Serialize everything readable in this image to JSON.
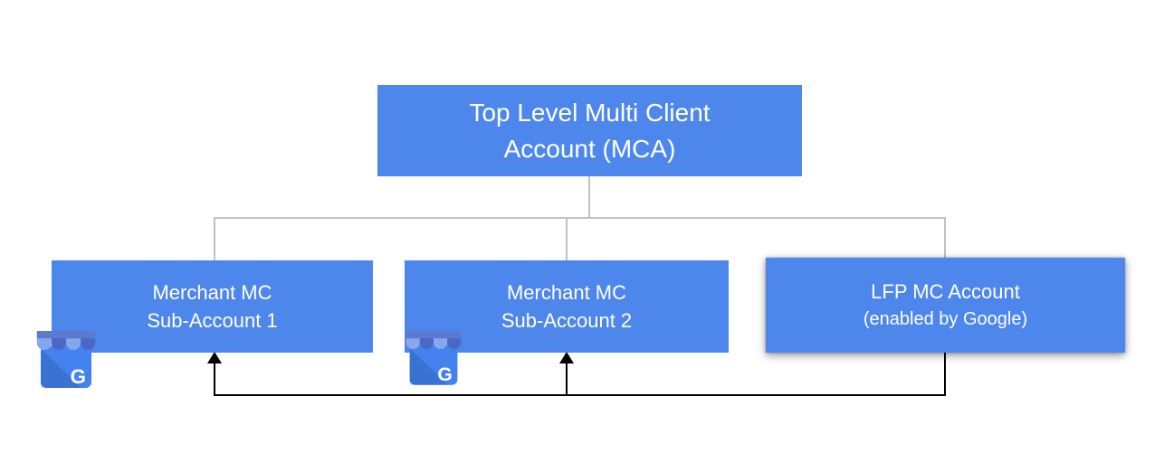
{
  "diagram": {
    "nodes": {
      "top_mca": {
        "line1": "Top Level Multi Client",
        "line2": "Account (MCA)"
      },
      "merchant_sub_1": {
        "line1": "Merchant MC",
        "line2": "Sub-Account 1"
      },
      "merchant_sub_2": {
        "line1": "Merchant MC",
        "line2": "Sub-Account 2"
      },
      "lfp_mc": {
        "line1": "LFP MC Account",
        "line2": "(enabled by Google)"
      }
    },
    "icons": {
      "google_business_profile": {
        "name": "google-business-profile-storefront-icon",
        "letter": "G",
        "colors": {
          "body": "#4382ef",
          "fold": "rgba(0,0,0,0.12)",
          "awning_bar": "#5b79cf",
          "scallop_light": "#86a7ef",
          "scallop_dark": "#4c67c6",
          "letter": "#ffffff"
        }
      }
    },
    "colors": {
      "node_fill": "#4e87ec",
      "node_text": "#ffffff",
      "hierarchy_line": "#c0c0c0",
      "flow_line": "#000000",
      "background": "#ffffff"
    }
  }
}
